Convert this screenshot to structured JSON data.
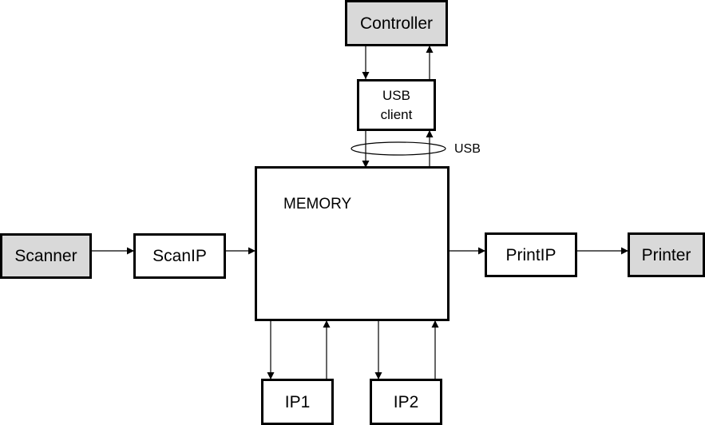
{
  "blocks": {
    "controller": "Controller",
    "usb_client_line1": "USB",
    "usb_client_line2": "client",
    "memory": "MEMORY",
    "scanner": "Scanner",
    "scanip": "ScanIP",
    "printip": "PrintIP",
    "printer": "Printer",
    "ip1": "IP1",
    "ip2": "IP2"
  },
  "bus_label": "USB",
  "colors": {
    "external_block_fill": "#d9d9d9",
    "internal_block_fill": "#ffffff",
    "line": "#000000"
  }
}
